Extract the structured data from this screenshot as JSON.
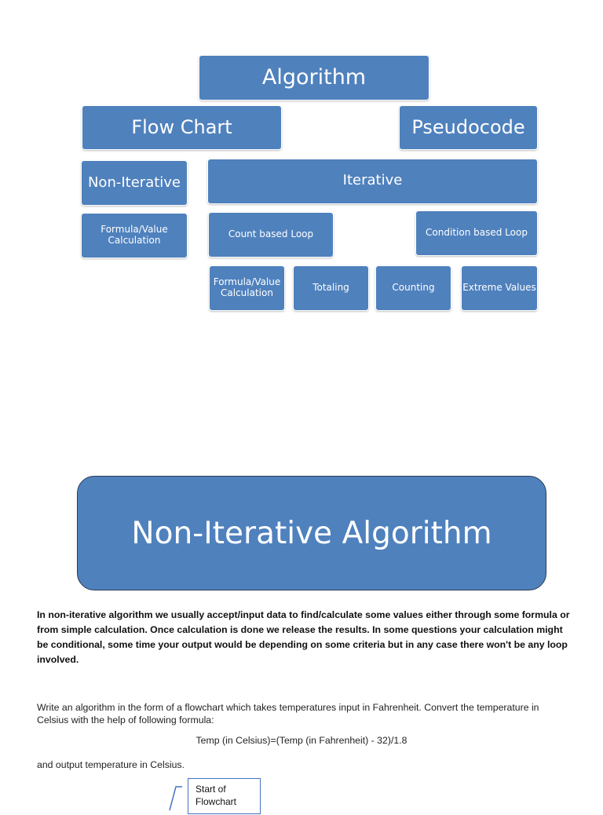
{
  "hierarchy": {
    "root": "Algorithm",
    "flow_chart": "Flow Chart",
    "pseudocode": "Pseudocode",
    "non_iterative": "Non-Iterative",
    "iterative": "Iterative",
    "formula_value_calc": "Formula/Value Calculation",
    "count_based_loop": "Count based Loop",
    "condition_based_loop": "Condition based Loop",
    "loop_formula_value_calc": "Formula/Value Calculation",
    "totaling": "Totaling",
    "counting": "Counting",
    "extreme_values": "Extreme Values"
  },
  "banner": {
    "title": "Non-Iterative Algorithm"
  },
  "content": {
    "intro": "In non-iterative algorithm we usually accept/input data to find/calculate some values either through some formula or from simple calculation. Once calculation is done we release the results. In some questions your calculation might be conditional, some time your output would be depending on some criteria but in any case there won't be any loop involved.",
    "question": "Write an algorithm in the form of a flowchart which takes temperatures input in Fahrenheit. Convert the temperature in Celsius with the help of following formula:",
    "formula": "Temp (in Celsius)=(Temp (in Fahrenheit) - 32)/1.8",
    "output_line": "and output temperature in Celsius."
  },
  "flowchart": {
    "start_label": "Start of Flowchart"
  },
  "colors": {
    "box_fill": "#4f81bd",
    "banner_border": "#2b3c55",
    "flow_border": "#4472c4"
  }
}
